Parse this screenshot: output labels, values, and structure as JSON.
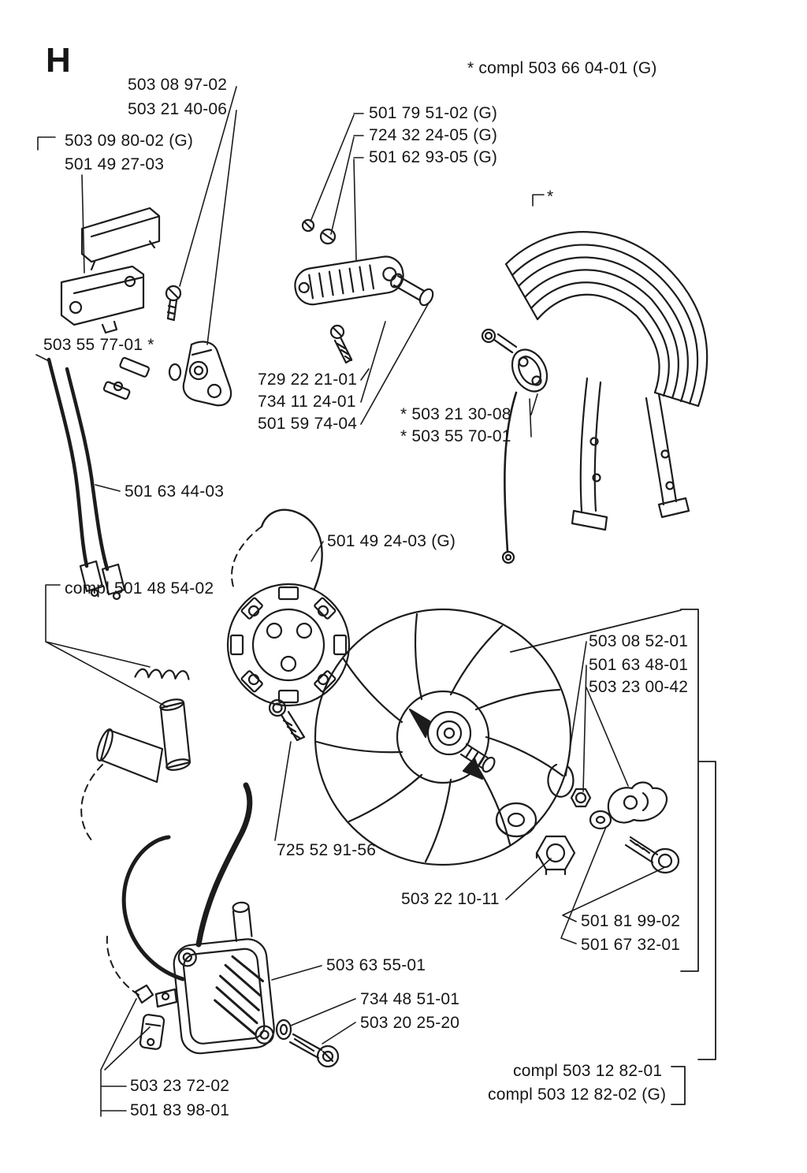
{
  "page": {
    "section_letter": "H",
    "background_color": "#ffffff",
    "ink_color": "#1c1c1c"
  },
  "labels": {
    "compl_503_66_04_01": "* compl 503 66 04-01 (G)",
    "l503_08_97_02": "503 08 97-02",
    "l503_21_40_06": "503 21 40-06",
    "l503_09_80_02": "503 09 80-02 (G)",
    "l501_49_27_03": "501 49 27-03",
    "l501_79_51_02": "501 79 51-02 (G)",
    "l724_32_24_05": "724 32 24-05 (G)",
    "l501_62_93_05": "501 62 93-05 (G)",
    "handguard_star": "*",
    "l503_55_77_01": "503 55 77-01 *",
    "l729_22_21_01": "729 22 21-01",
    "l734_11_24_01": "734 11 24-01",
    "l501_59_74_04": "501 59 74-04",
    "l503_21_30_08": "* 503 21 30-08",
    "l503_55_70_01": "* 503 55 70-01",
    "l501_63_44_03": "501 63 44-03",
    "l501_49_24_03": "501 49 24-03 (G)",
    "compl_501_48_54_02": "compl 501 48 54-02",
    "l503_08_52_01": "503 08 52-01",
    "l501_63_48_01": "501 63 48-01",
    "l503_23_00_42": "503 23 00-42",
    "l725_52_91_56": "725 52 91-56",
    "l503_22_10_11": "503 22 10-11",
    "l501_81_99_02": "501 81 99-02",
    "l501_67_32_01": "501 67 32-01",
    "l503_63_55_01": "503 63 55-01",
    "l734_48_51_01": "734 48 51-01",
    "l503_20_25_20": "503 20 25-20",
    "l503_23_72_02": "503 23 72-02",
    "l501_83_98_01": "501 83 98-01",
    "compl_503_12_82_01": "compl 503 12 82-01",
    "compl_503_12_82_02": "compl 503 12 82-02 (G)"
  }
}
